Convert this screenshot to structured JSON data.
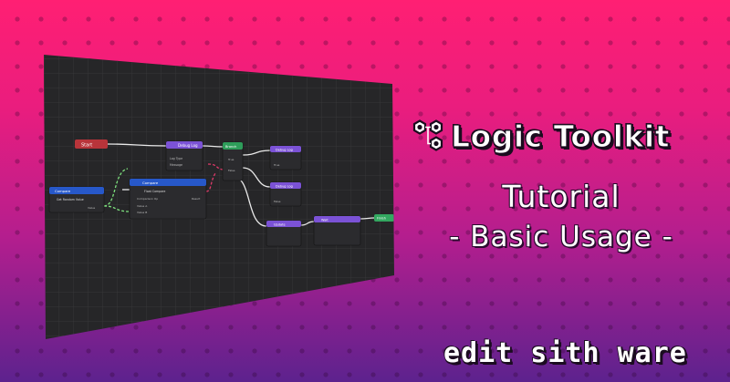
{
  "title": {
    "logo_text": "Logic Toolkit",
    "heading": "Tutorial",
    "subheading": "- Basic Usage -"
  },
  "brand": "edit sith ware",
  "graph": {
    "nodes": {
      "start": "Start",
      "debug_log_1": "Debug Log",
      "debug_log_1_row1": "Log Type",
      "debug_log_1_row2": "Message",
      "compare": "Compare",
      "get_random": "Get Random Value",
      "value_out": "Value",
      "float_compare": "Float Compare",
      "float_compare_row1": "Comparison Op",
      "float_compare_row2": "Value A",
      "float_compare_row3": "Value B",
      "result": "Result",
      "branch": "Branch",
      "branch_true": "True",
      "branch_false": "False",
      "debug_log_2": "Debug Log",
      "debug_log_2_msg": "True",
      "debug_log_3": "Debug Log",
      "debug_log_3_msg": "False",
      "update": "Update",
      "wait": "Wait",
      "finish": "Finish"
    }
  },
  "colors": {
    "start_header": "#b8343a",
    "action_header": "#7b52d6",
    "branch_header": "#2e9d5a",
    "compare_header": "#2758c9",
    "finish_header": "#33a860",
    "node_body": "#2b2b2e",
    "wire": "#e9e9e9",
    "data_wire": "#e03a6a"
  }
}
